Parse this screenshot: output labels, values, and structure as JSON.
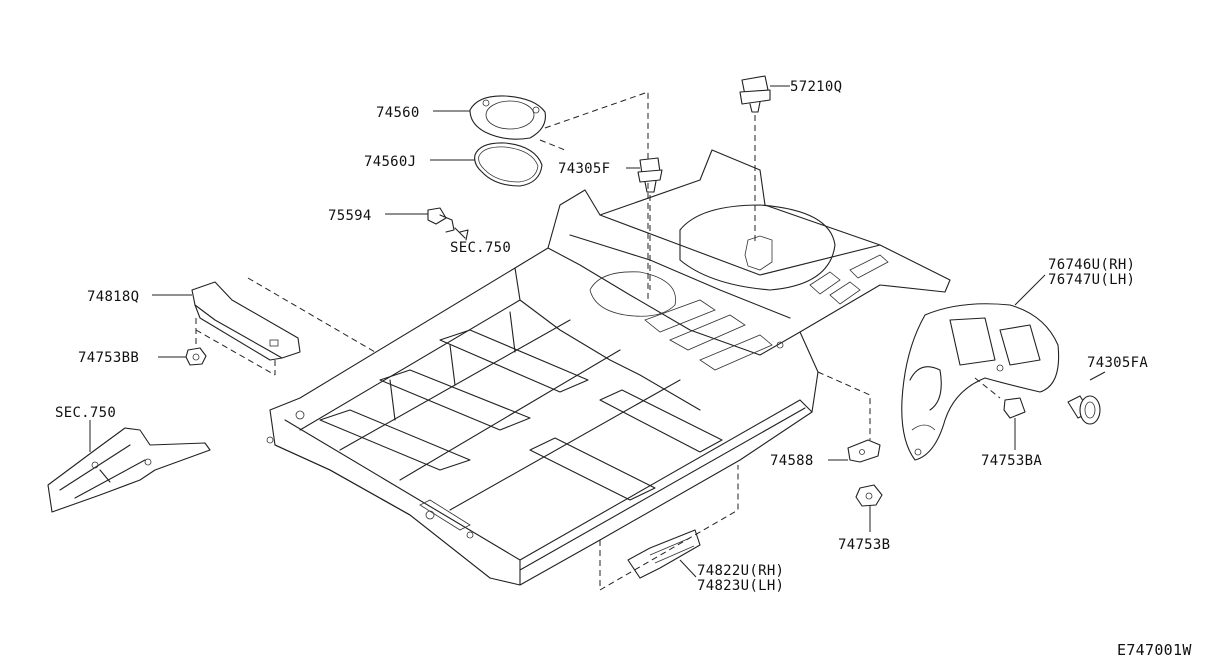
{
  "labels": {
    "p74560": "74560",
    "p74560J": "74560J",
    "p57210Q": "57210Q",
    "p74305F": "74305F",
    "p75594": "75594",
    "sec750_top": "SEC.750",
    "p74818Q": "74818Q",
    "p74753BB": "74753BB",
    "sec750_left": "SEC.750",
    "p76746U": "76746U(RH)",
    "p76747U": "76747U(LH)",
    "p74305FA": "74305FA",
    "p74753BA": "74753BA",
    "p74588": "74588",
    "p74753B": "74753B",
    "p74822U": "74822U(RH)",
    "p74823U": "74823U(LH)"
  },
  "diagram_code": "E747001W"
}
